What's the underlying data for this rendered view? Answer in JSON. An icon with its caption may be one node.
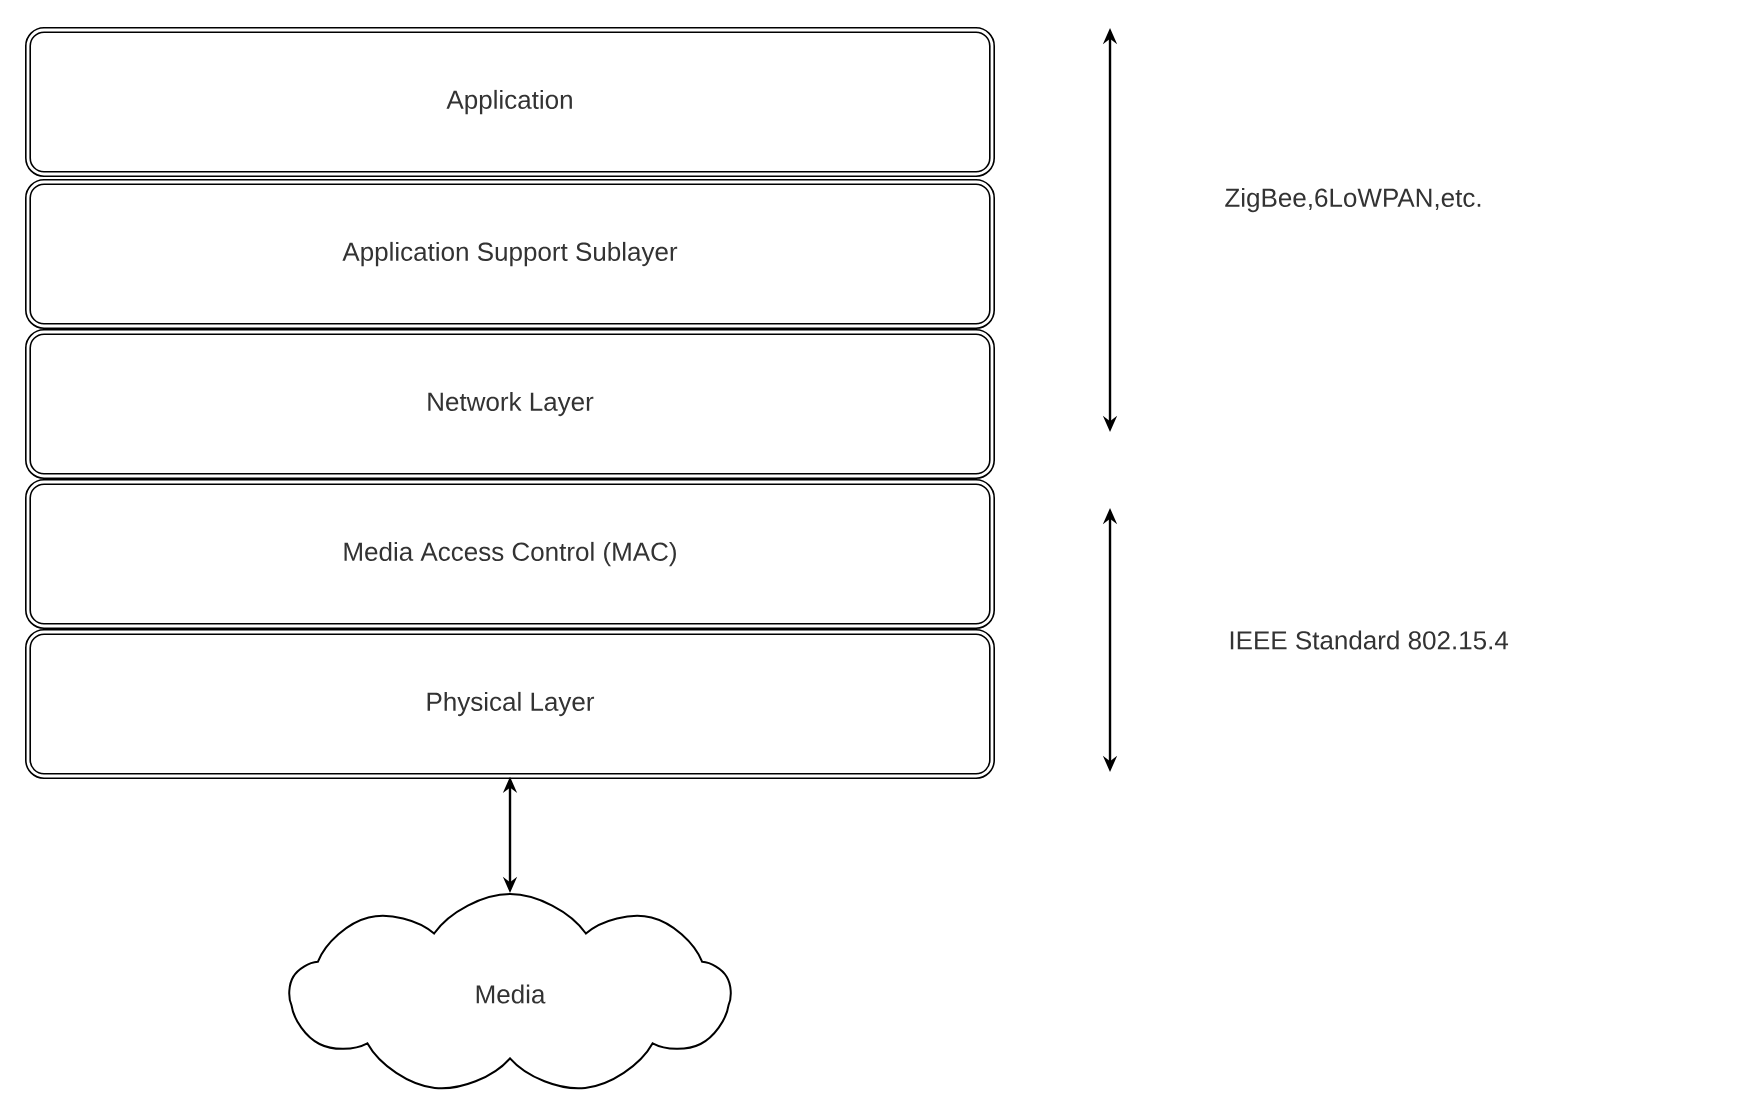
{
  "diagram": {
    "nodes": [
      {
        "text": [
          "Application"
        ]
      },
      {
        "text": [
          "Application Support Sublayer"
        ]
      },
      {
        "text": [
          "Network Layer"
        ]
      },
      {
        "text": [
          "Media Access Control (MAC)"
        ]
      },
      {
        "text": [
          "Physical Layer"
        ]
      },
      {
        "text": [
          "Media"
        ]
      }
    ],
    "edges": [
      {
        "from": 4,
        "to": 5,
        "arrow": "both"
      }
    ],
    "labels": [
      "ZigBee,6LoWPAN,etc.",
      "IEEE Standard 802.15.4"
    ]
  }
}
